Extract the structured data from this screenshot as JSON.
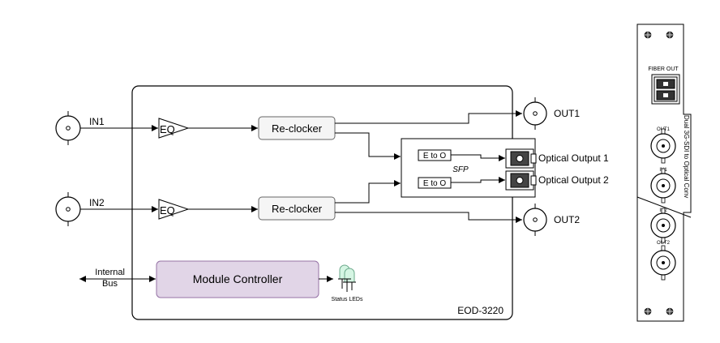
{
  "inputs": {
    "in1": "IN1",
    "in2": "IN2"
  },
  "outputs": {
    "out1": "OUT1",
    "out2": "OUT2"
  },
  "blocks": {
    "eq": "EQ",
    "reclocker": "Re-clocker",
    "module_controller": "Module Controller",
    "e_to_o": "E to O",
    "sfp": "SFP",
    "model": "EOD-3220"
  },
  "optical": {
    "out1": "Optical Output 1",
    "out2": "Optical Output 2"
  },
  "bus": {
    "line1": "Internal",
    "line2": "Bus"
  },
  "status_leds": "Status LEDs",
  "panel": {
    "fiber_out": "FIBER OUT",
    "side_text": "Dual 3G-SDI to Optical Conv",
    "connectors": [
      "OUT1",
      "IN1",
      "IN2",
      "OUT2"
    ]
  },
  "colors": {
    "reclocker_fill": "#f5f5f5",
    "controller_fill": "#e1d5e7",
    "controller_stroke": "#9673a6",
    "led_fill": "#d5f5e3",
    "led_stroke": "#6aa88a"
  }
}
